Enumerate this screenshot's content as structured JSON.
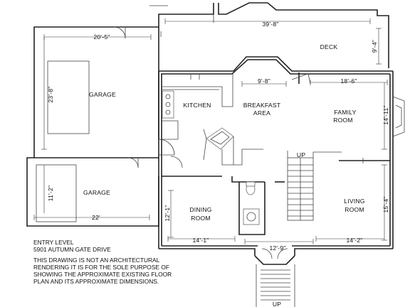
{
  "rooms": {
    "garage_upper": "GARAGE",
    "garage_lower": "GARAGE",
    "kitchen": "KITCHEN",
    "breakfast_1": "BREAKFAST",
    "breakfast_2": "AREA",
    "family_1": "FAMILY",
    "family_2": "ROOM",
    "deck": "DECK",
    "dining_1": "DINING",
    "dining_2": "ROOM",
    "living_1": "LIVING",
    "living_2": "ROOM"
  },
  "dimensions": {
    "garage_upper_width": "20'-5\"",
    "garage_upper_depth": "23'-8\"",
    "garage_lower_depth": "11'-2\"",
    "garage_lower_width": "22'",
    "deck_width": "39'-8\"",
    "deck_depth": "9'-4\"",
    "breakfast_width": "9'-8\"",
    "family_width": "18'-6\"",
    "family_depth": "14'-11\"",
    "dining_depth": "12'-1\"",
    "dining_width": "14'-1\"",
    "foyer_width": "12'-9\"",
    "living_width": "14'-2\"",
    "living_depth": "15'-4\""
  },
  "stairs": {
    "interior_label": "UP",
    "exterior_label": "UP"
  },
  "notes": {
    "line1": "ENTRY LEVEL",
    "line2": "5901 AUTUMN GATE DRIVE",
    "disclaimer1": "THIS DRAWING IS NOT AN ARCHITECTURAL",
    "disclaimer2": "RENDERING IT IS FOR THE SOLE PURPOSE OF",
    "disclaimer3": "SHOWING THE APPROXIMATE EXISTING  FLOOR",
    "disclaimer4": "PLAN AND ITS APPROXIMATE DIMENSIONS."
  }
}
